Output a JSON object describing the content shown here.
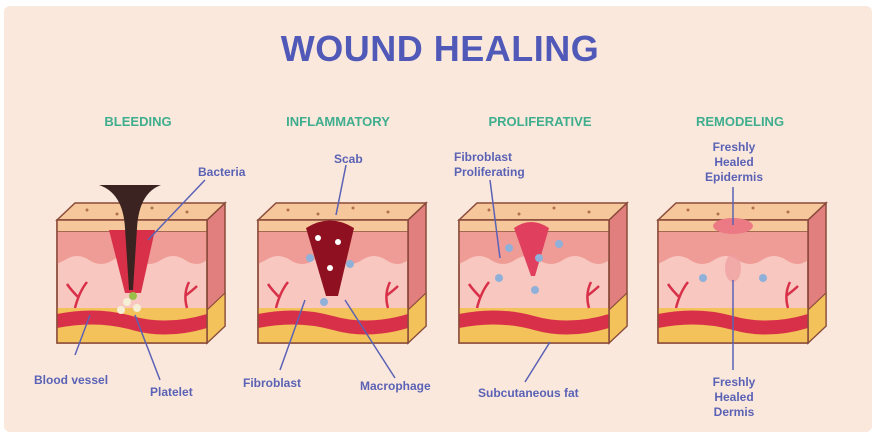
{
  "title": "WOUND HEALING",
  "colors": {
    "background": "#fbe8dd",
    "title": "#5059b8",
    "stage_title": "#3fae8e",
    "label": "#5a62b5",
    "leader_line": "#5a62b5"
  },
  "stages": [
    {
      "name": "BLEEDING",
      "labels": [
        "Bacteria",
        "Blood vessel",
        "Platelet"
      ]
    },
    {
      "name": "INFLAMMATORY",
      "labels": [
        "Scab",
        "Fibroblast",
        "Macrophage"
      ]
    },
    {
      "name": "PROLIFERATIVE",
      "labels": [
        "Fibroblast Proliferating",
        "Subcutaneous fat"
      ]
    },
    {
      "name": "REMODELING",
      "labels": [
        "Freshly Healed Epidermis",
        "Freshly Healed Dermis"
      ]
    }
  ],
  "labels": {
    "bacteria": "Bacteria",
    "blood_vessel": "Blood vessel",
    "platelet": "Platelet",
    "scab": "Scab",
    "fibroblast": "Fibroblast",
    "macrophage": "Macrophage",
    "fibroblast_prolif_1": "Fibroblast",
    "fibroblast_prolif_2": "Proliferating",
    "subcutaneous_fat": "Subcutaneous fat",
    "epidermis_1": "Freshly",
    "epidermis_2": "Healed",
    "epidermis_3": "Epidermis",
    "dermis_1": "Freshly",
    "dermis_2": "Healed",
    "dermis_3": "Dermis"
  }
}
